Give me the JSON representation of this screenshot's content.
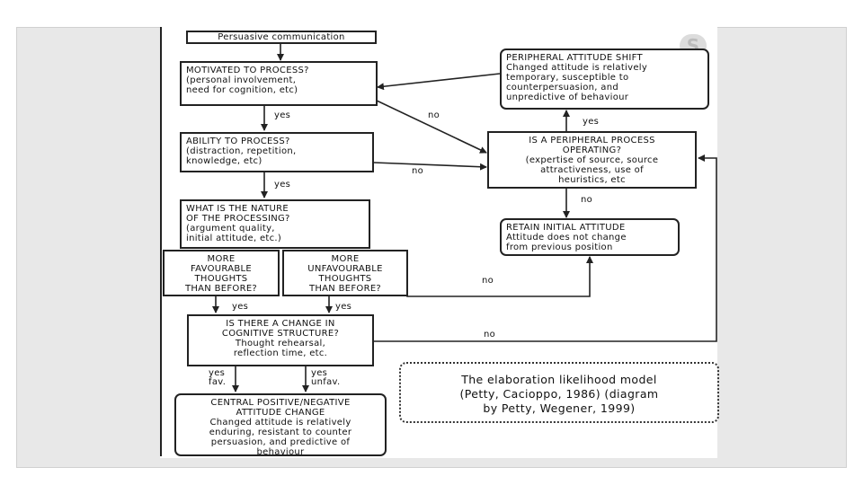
{
  "diagram": {
    "start": "Persuasive communication",
    "motivated": "MOTIVATED TO PROCESS?\n(personal involvement,\nneed for cognition, etc)",
    "ability": "ABILITY TO PROCESS?\n(distraction, repetition,\nknowledge, etc)",
    "nature": "WHAT IS THE NATURE\nOF THE PROCESSING?\n(argument quality,\ninitial attitude, etc.)",
    "favourable": "MORE\nFAVOURABLE\nTHOUGHTS\nTHAN BEFORE?",
    "unfavourable": "MORE\nUNFAVOURABLE\nTHOUGHTS\nTHAN BEFORE?",
    "change": "IS THERE A CHANGE IN\nCOGNITIVE STRUCTURE?\nThought rehearsal,\nreflection time, etc.",
    "central": "CENTRAL POSITIVE/NEGATIVE\nATTITUDE CHANGE\nChanged attitude is relatively\nenduring, resistant to counter\npersuasion, and predictive of\nbehaviour",
    "peripheral_shift": "PERIPHERAL ATTITUDE SHIFT\nChanged attitude is relatively\ntemporary, susceptible to\ncounterpersuasion, and\nunpredictive of behaviour",
    "peripheral_process": "IS A PERIPHERAL PROCESS\nOPERATING?\n(expertise of source, source\nattractiveness, use of\nheuristics, etc",
    "retain": "RETAIN INITIAL ATTITUDE\nAttitude does not change\nfrom previous position",
    "labels": {
      "yes": "yes",
      "no": "no",
      "yes_fav": "yes\nfav.",
      "yes_unfav": "yes\nunfav."
    },
    "caption": "The elaboration likelihood model\n(Petty, Cacioppo, 1986) (diagram\nby Petty, Wegener, 1999)"
  }
}
